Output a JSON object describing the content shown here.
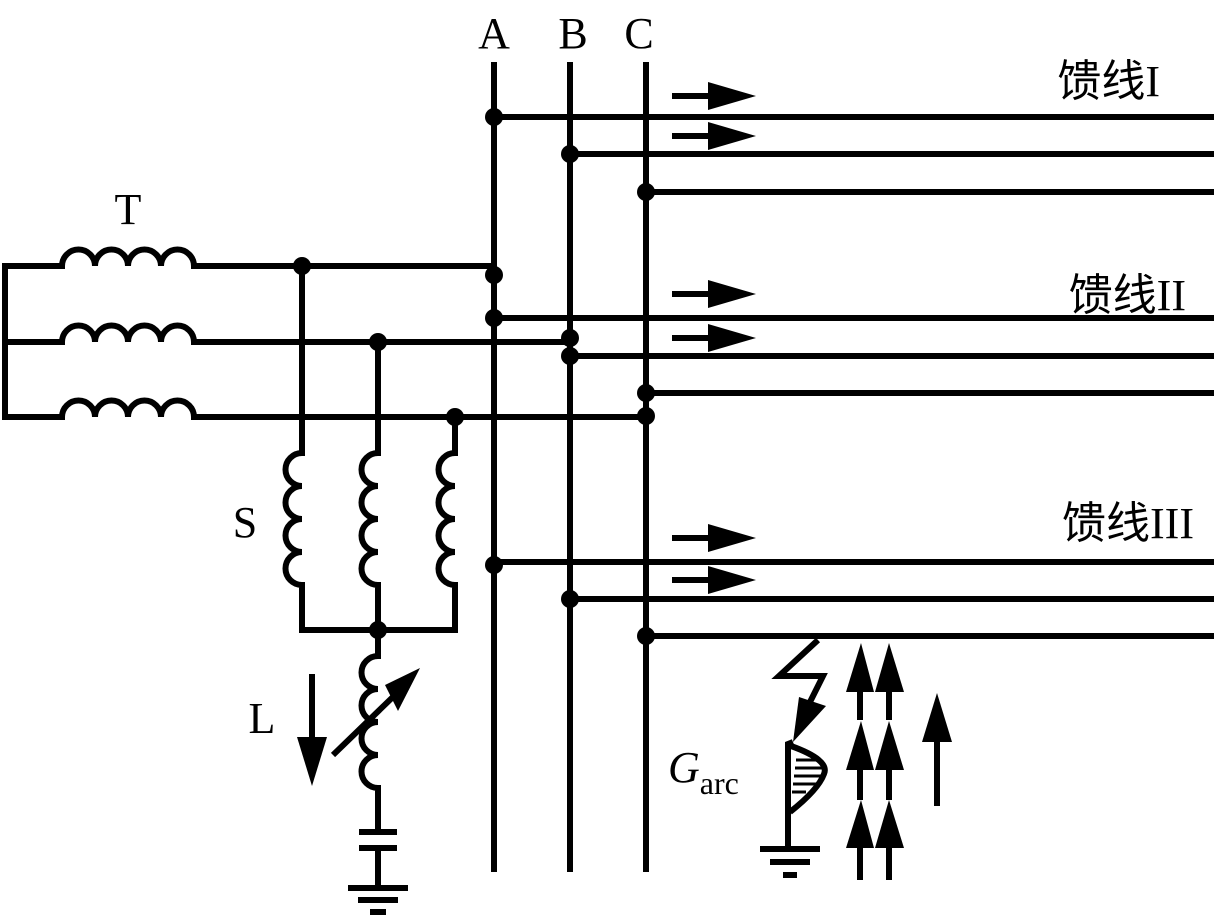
{
  "diagram": {
    "type": "three-phase distribution network with arc-suppression coil grounding and single-phase arc ground fault",
    "colors": {
      "line": "#000000",
      "background": "#ffffff"
    },
    "buses": [
      {
        "id": "A",
        "label": "A"
      },
      {
        "id": "B",
        "label": "B"
      },
      {
        "id": "C",
        "label": "C"
      }
    ],
    "transformer": {
      "label": "T",
      "windings": 3
    },
    "grounding_transformer": {
      "label": "S",
      "windings": 3
    },
    "arc_suppression_coil": {
      "label": "L",
      "adjustable": true,
      "current_direction": "down"
    },
    "feeders": [
      {
        "label": "馈线I",
        "phases": [
          "A",
          "B",
          "C"
        ],
        "arrows_on": [
          "A",
          "B"
        ],
        "arrow_direction": "right"
      },
      {
        "label": "馈线II",
        "phases": [
          "A",
          "B",
          "C"
        ],
        "arrows_on": [
          "A",
          "B"
        ],
        "arrow_direction": "right"
      },
      {
        "label": "馈线III",
        "phases": [
          "A",
          "B",
          "C"
        ],
        "arrows_on": [
          "A",
          "B"
        ],
        "arrow_direction": "right",
        "fault_phase": "C"
      }
    ],
    "fault": {
      "label_main": "G",
      "label_sub": "arc",
      "type": "arc ground fault",
      "capacitive_current_arrows": "up",
      "ground_symbol": true
    }
  }
}
